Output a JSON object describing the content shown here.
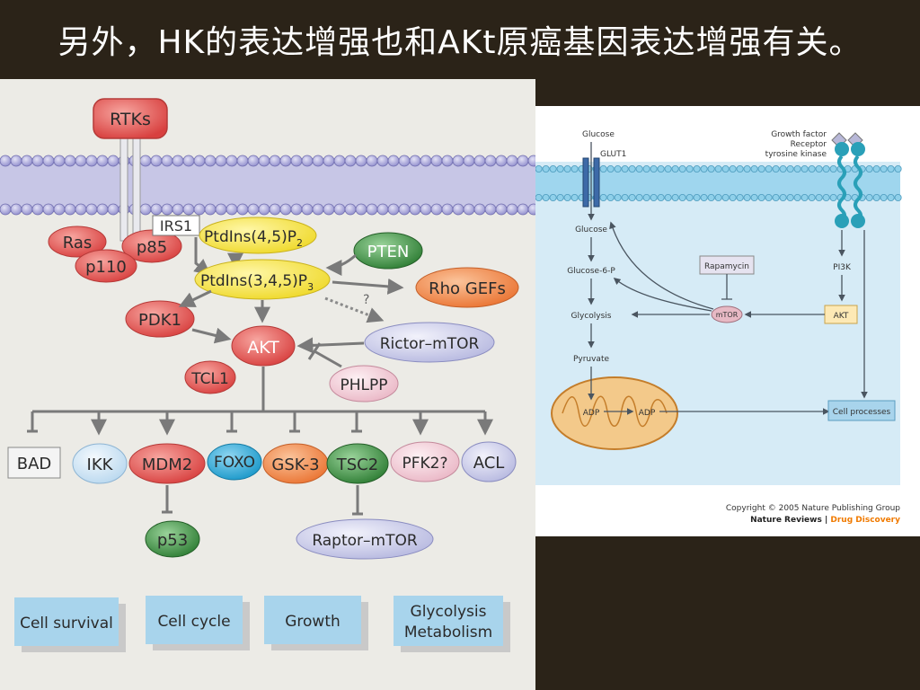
{
  "slide": {
    "title": "另外，HK的表达增强也和AKt原癌基因表达增强有关。"
  },
  "left_diagram": {
    "nodes": {
      "rtks": "RTKs",
      "ras": "Ras",
      "p110": "p110",
      "p85": "p85",
      "irs1": "IRS1",
      "pip2": "PtdIns(4,5)P",
      "pip2_sub": "2",
      "pip3": "PtdIns(3,4,5)P",
      "pip3_sub": "3",
      "pten": "PTEN",
      "rhogefs": "Rho GEFs",
      "question": "?",
      "pdk1": "PDK1",
      "akt": "AKT",
      "rictor": "Rictor–mTOR",
      "tcl1": "TCL1",
      "phlpp": "PHLPP",
      "bad": "BAD",
      "ikk": "IKK",
      "mdm2": "MDM2",
      "foxo": "FOXO",
      "gsk3": "GSK-3",
      "tsc2": "TSC2",
      "pfk2": "PFK2?",
      "acl": "ACL",
      "p53": "p53",
      "raptor": "Raptor–mTOR"
    },
    "outcomes": {
      "cell_survival": "Cell survival",
      "cell_cycle": "Cell cycle",
      "growth": "Growth",
      "glycolysis_line1": "Glycolysis",
      "glycolysis_line2": "Metabolism"
    },
    "colors": {
      "red": "#e0504f",
      "yellow": "#f3e23a",
      "green": "#3a8a3f",
      "orange": "#ef7a3a",
      "lavender": "#c9cbe8",
      "blue_oval": "#cfe3f3",
      "pink": "#f4cfd9",
      "cyan": "#2aa9d8",
      "membrane": "#9d9bd3",
      "outcome_box": "#a8d4ec"
    }
  },
  "right_diagram": {
    "labels": {
      "glucose_out": "Glucose",
      "glut1": "GLUT1",
      "growth_factor": "Growth factor",
      "receptor_line1": "Receptor",
      "receptor_line2": "tyrosine kinase",
      "glucose_in": "Glucose",
      "glucose6p": "Glucose-6-P",
      "glycolysis": "Glycolysis",
      "pyruvate": "Pyruvate",
      "rapamycin": "Rapamycin",
      "mtor": "mTOR",
      "pi3k": "PI3K",
      "akt": "AKT",
      "adp1": "ADP",
      "adp2": "ADP",
      "cell_processes": "Cell processes"
    },
    "copyright": "Copyright © 2005 Nature Publishing Group",
    "journal_part1": "Nature Reviews",
    "journal_sep": " | ",
    "journal_part2": "Drug Discovery",
    "colors": {
      "cytoplasm": "#d6ebf6",
      "membrane": "#8fd0ea",
      "receptor": "#2aa0b8",
      "mitochondrion": "#f3c98a",
      "akt_box": "#fde9b5",
      "cell_proc_box": "#a8d4ec",
      "journal_orange": "#f07a00"
    }
  }
}
